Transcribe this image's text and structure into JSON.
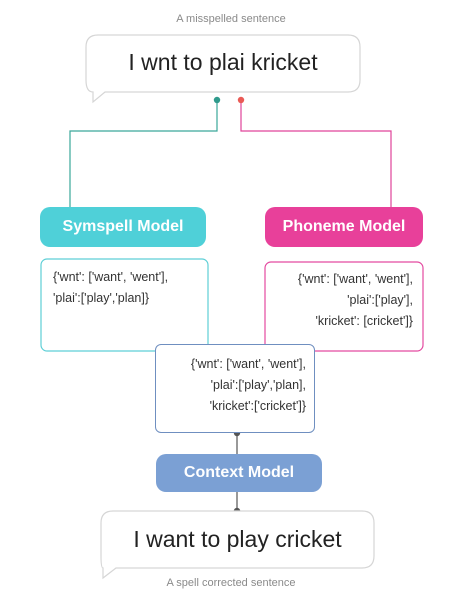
{
  "input": {
    "caption": "A misspelled sentence",
    "sentence": "I wnt to plai kricket"
  },
  "symspell": {
    "label": "Symspell Model",
    "color": "#4fd0d8",
    "output_lines": [
      "{'wnt': ['want', 'went'],",
      "'plai':['play','plan]}"
    ]
  },
  "phoneme": {
    "label": "Phoneme Model",
    "color": "#e8409a",
    "output_lines": [
      "{'wnt': ['want', 'went'],",
      "'plai':['play'],",
      "'kricket': [cricket']}"
    ]
  },
  "merged": {
    "output_lines": [
      "{'wnt': ['want', 'went'],",
      "'plai':['play','plan],",
      "'kricket':['cricket']}"
    ]
  },
  "context": {
    "label": "Context Model",
    "color": "#7ba0d4"
  },
  "output": {
    "sentence": "I want to play cricket",
    "caption": "A spell corrected sentence"
  }
}
